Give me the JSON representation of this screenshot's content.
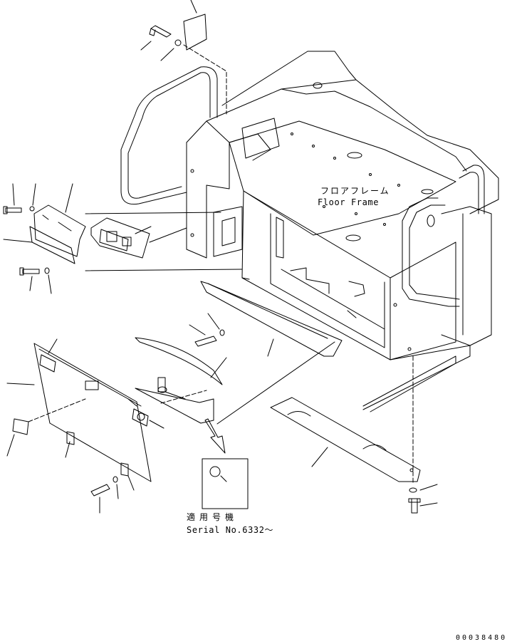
{
  "labels": {
    "floor_frame_jp": "フロアフレーム",
    "floor_frame_en": "Floor Frame",
    "serial_jp": "適用号機",
    "serial_en": "Serial No.6332～",
    "drawing_no": "00038480"
  },
  "colors": {
    "line": "#000000",
    "background": "#ffffff"
  }
}
